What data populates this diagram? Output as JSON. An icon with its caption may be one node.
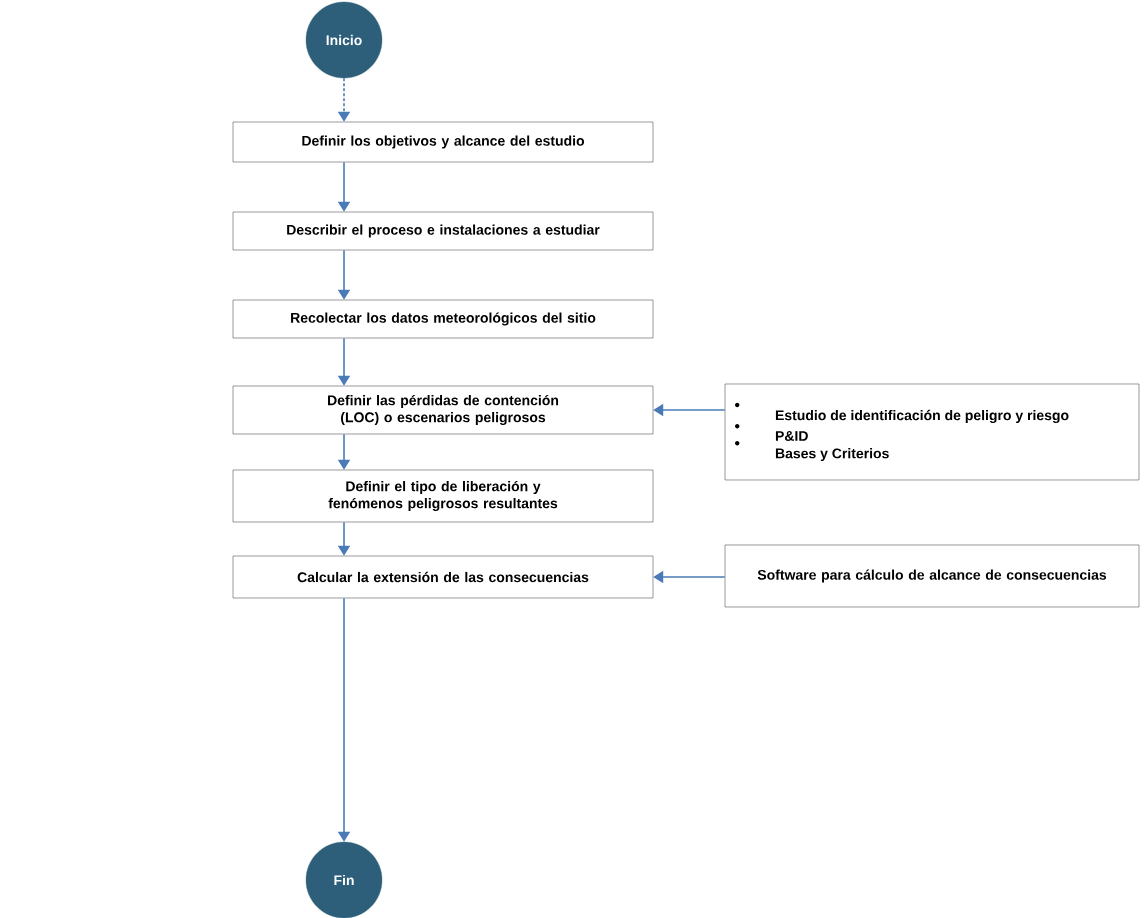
{
  "diagram": {
    "nodes": [
      {
        "text": [
          "Inicio"
        ]
      },
      {
        "text": [
          "Definir los objetivos y alcance del estudio"
        ]
      },
      {
        "text": [
          "Describir el proceso e instalaciones a estudiar"
        ]
      },
      {
        "text": [
          "Recolectar los datos meteorológicos del sitio"
        ]
      },
      {
        "text": [
          "Definir las pérdidas de contención (LOC) o escenarios peligrosos"
        ]
      },
      {
        "text": [
          "Definir el tipo de liberación y fenómenos peligrosos resultantes"
        ]
      },
      {
        "text": [
          "Calcular la extensión de las consecuencias"
        ]
      },
      {
        "text": [
          "Fin"
        ]
      },
      {
        "text": [
          "Estudio de identificación de peligro y riesgo",
          "P&ID",
          "Bases y Criterios"
        ]
      },
      {
        "text": [
          "Software para cálculo de alcance de consecuencias"
        ]
      }
    ],
    "edges": [
      {
        "from": 0,
        "to": 1,
        "arrow": "to",
        "style": "dashed"
      },
      {
        "from": 1,
        "to": 2,
        "arrow": "to"
      },
      {
        "from": 2,
        "to": 3,
        "arrow": "to"
      },
      {
        "from": 3,
        "to": 4,
        "arrow": "to"
      },
      {
        "from": 4,
        "to": 5,
        "arrow": "to"
      },
      {
        "from": 5,
        "to": 6,
        "arrow": "to"
      },
      {
        "from": 6,
        "to": 7,
        "arrow": "to"
      },
      {
        "from": 8,
        "to": 4,
        "arrow": "to"
      },
      {
        "from": 9,
        "to": 6,
        "arrow": "to"
      }
    ]
  }
}
